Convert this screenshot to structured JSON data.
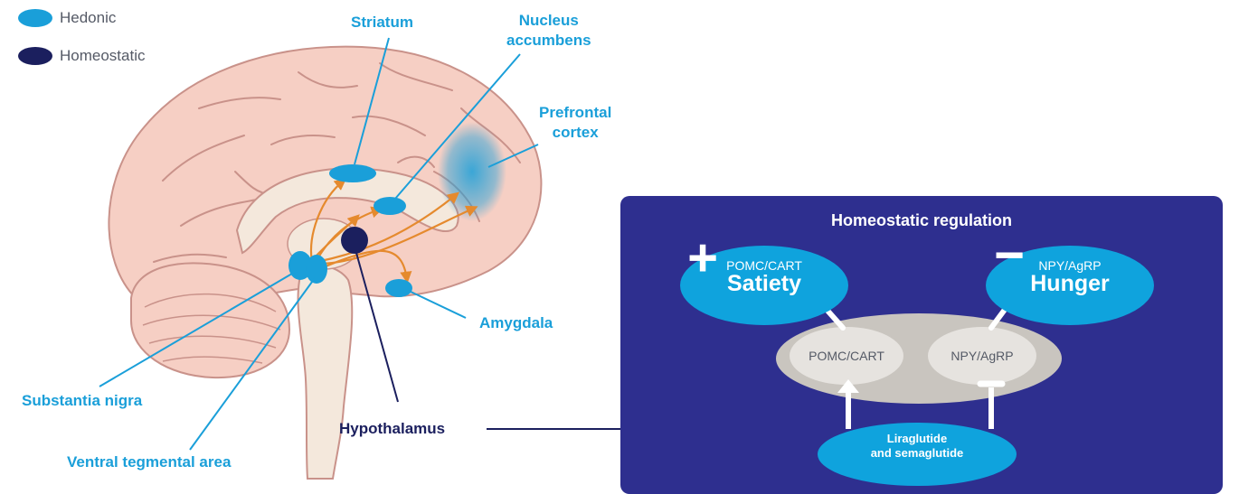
{
  "legend": [
    {
      "label": "Hedonic",
      "color": "#1a9fd9"
    },
    {
      "label": "Homeostatic",
      "color": "#1b1f5e"
    }
  ],
  "labels": {
    "striatum": "Striatum",
    "nucleus_accumbens": [
      "Nucleus",
      "accumbens"
    ],
    "prefrontal_cortex": [
      "Prefrontal",
      "cortex"
    ],
    "amygdala": "Amygdala",
    "substantia_nigra": "Substantia nigra",
    "ventral_tegmental_area": "Ventral tegmental area",
    "hypothalamus": "Hypothalamus"
  },
  "panel": {
    "title": "Homeostatic regulation",
    "satiety": {
      "sign": "+",
      "small": "POMC/CART",
      "big": "Satiety"
    },
    "hunger": {
      "sign": "−",
      "small": "NPY/AgRP",
      "big": "Hunger"
    },
    "center_left": "POMC/CART",
    "center_right": "NPY/AgRP",
    "drug": [
      "Liraglutide",
      "and semaglutide"
    ]
  },
  "colors": {
    "hedonic": "#1a9fd9",
    "homeostatic": "#1b1f5e",
    "panel_bg": "#2e2f8f",
    "pathway_arrow": "#e58a2e"
  }
}
